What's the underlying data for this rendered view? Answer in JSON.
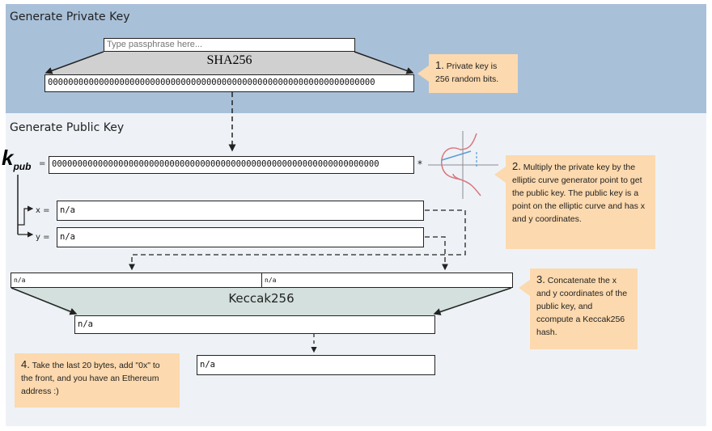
{
  "private_section": {
    "title": "Generate Private Key",
    "passphrase_placeholder": "Type passphrase here...",
    "hash_label": "SHA256",
    "private_key": "0000000000000000000000000000000000000000000000000000000000000000"
  },
  "callouts": [
    {
      "num": "1.",
      "text": "Private key is 256 random bits."
    },
    {
      "num": "2.",
      "text": "Multiply the private key by the elliptic curve generator point to get the public key. The public key is a point on the elliptic curve and has x and y coordinates."
    },
    {
      "num": "3.",
      "text": "Concatenate the x and y coordinates of the public key, and ccompute a Keccak256 hash."
    },
    {
      "num": "4.",
      "text": "Take the last 20 bytes, add \"0x\" to the front, and you have an Ethereum address :)"
    }
  ],
  "public_section": {
    "title": "Generate Public Key",
    "kpub_k": "k",
    "kpub_sub": "pub",
    "equals": "=",
    "private_key": "0000000000000000000000000000000000000000000000000000000000000000",
    "times": "*",
    "x_label": "x =",
    "x_value": "n/a",
    "y_label": "y =",
    "y_value": "n/a"
  },
  "hash_section": {
    "concat_x": "n/a",
    "concat_y": "n/a",
    "hash_label": "Keccak256",
    "hash_value": "n/a",
    "address": "n/a"
  },
  "colors": {
    "private_bg": "#a9c0d9",
    "public_bg": "#eef2f6",
    "callout": "#fcd9ae",
    "keccak_fill": "#d3e0dd",
    "sha_fill": "#d0d0d0"
  }
}
